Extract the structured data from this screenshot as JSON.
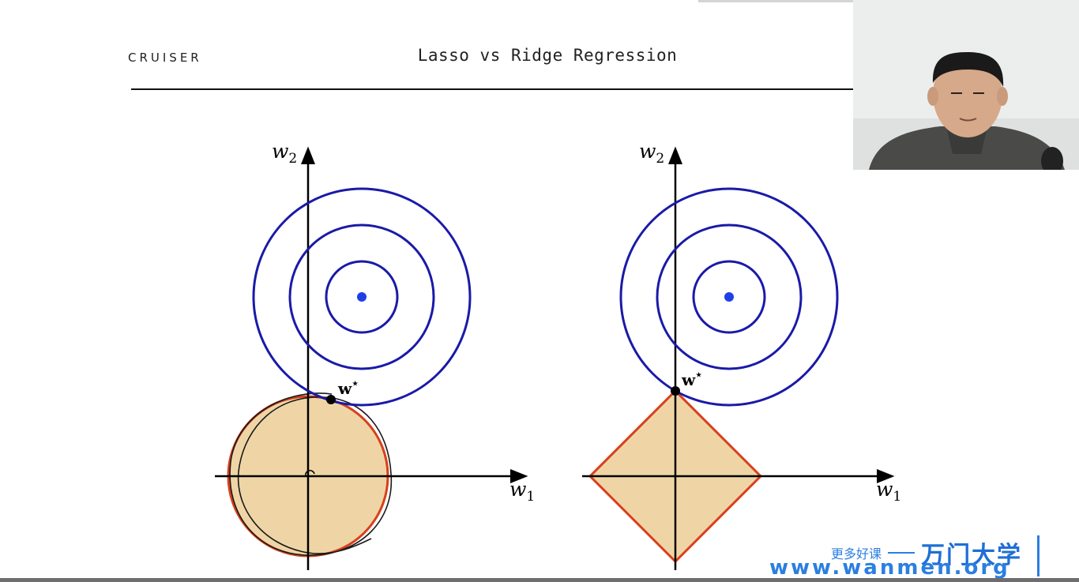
{
  "header": {
    "brand": "CRUISER",
    "title": "Lasso vs Ridge Regression"
  },
  "figure": {
    "ridge_panel": {
      "x_axis_label": "w",
      "x_axis_sub": "1",
      "y_axis_label": "w",
      "y_axis_sub": "2",
      "point_label": "w",
      "point_sup": "⋆"
    },
    "lasso_panel": {
      "x_axis_label": "w",
      "x_axis_sub": "1",
      "y_axis_label": "w",
      "y_axis_sub": "2",
      "point_label": "w",
      "point_sup": "⋆"
    },
    "colors": {
      "contours": "#1a1aa8",
      "center_dot": "#1f3fe6",
      "constraint_fill": "#efd5a6",
      "constraint_stroke": "#d8401c",
      "axes": "#000000",
      "annotation": "#000000"
    }
  },
  "watermark": {
    "tagline": "更多好课",
    "brand": "万门大学",
    "url": "www.wanmen.org"
  }
}
